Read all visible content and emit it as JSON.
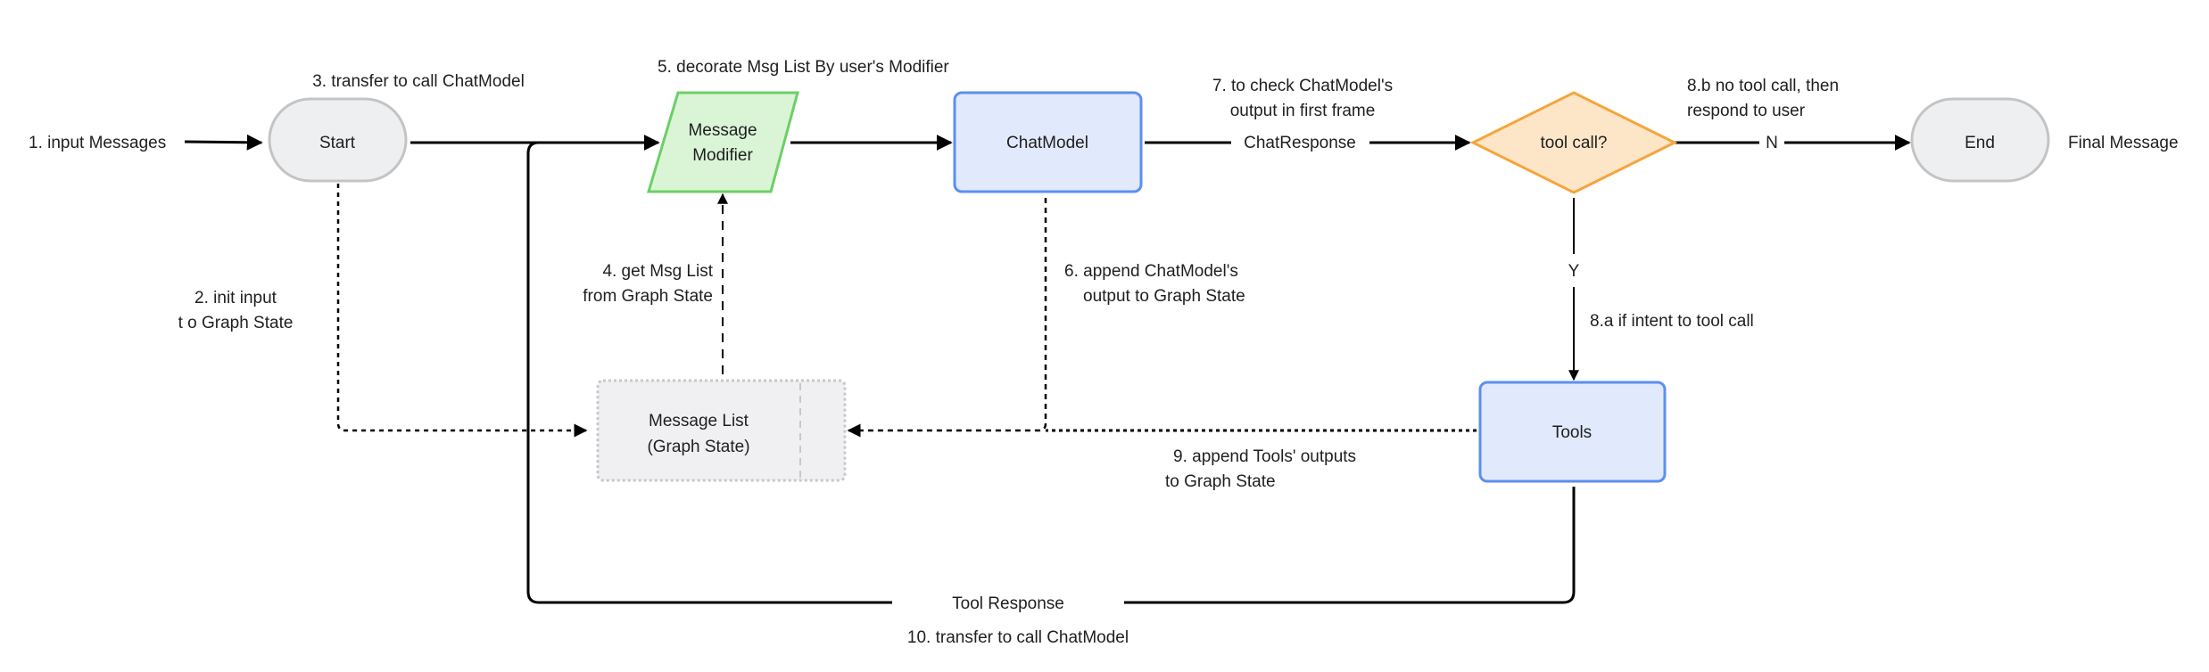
{
  "nodes": {
    "start": "Start",
    "modifier": [
      "Message",
      "Modifier"
    ],
    "chatmodel": "ChatModel",
    "decision": "tool call?",
    "end": "End",
    "tools": "Tools",
    "message_list": [
      "Message List",
      "(Graph State)"
    ]
  },
  "labels": {
    "input": "1. input Messages",
    "init": [
      "2. init input",
      "t o Graph State"
    ],
    "transfer": "3. transfer to call ChatModel",
    "get_list": [
      "4. get Msg List",
      "from Graph State"
    ],
    "decorate": "5. decorate Msg List By user's Modifier",
    "append_cm": [
      "6. append ChatModel's",
      "output to Graph State"
    ],
    "check": [
      "7. to check ChatModel's",
      "output in first frame"
    ],
    "chat_response": "ChatResponse",
    "no_tool": [
      "8.b no tool call, then",
      "respond to user"
    ],
    "n": "N",
    "final": "Final Message",
    "y": "Y",
    "intent": "8.a if intent to tool  call",
    "append_tools": [
      "9. append Tools' outputs",
      "to Graph State"
    ],
    "tool_response": "Tool Response",
    "transfer_back": "10. transfer to  call ChatModel"
  },
  "colors": {
    "terminal_fill": "#eeeff1",
    "terminal_stroke": "#c4c4c4",
    "modifier_fill": "#d9f5d6",
    "modifier_stroke": "#6ccf66",
    "process_fill": "#e1e9fd",
    "process_stroke": "#5b8ff0",
    "decision_fill": "#fde6c8",
    "decision_stroke": "#f5a53b",
    "state_fill": "#f0f0f2",
    "state_stroke": "#c8c8c8"
  }
}
